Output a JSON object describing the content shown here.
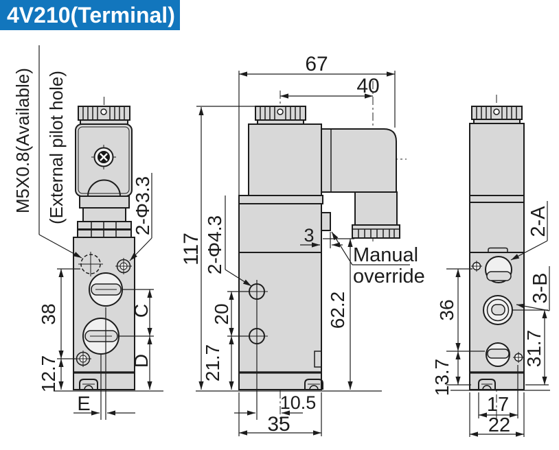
{
  "title": "4V210(Terminal)",
  "colors": {
    "banner": "#1276bd",
    "banner_text": "#ffffff",
    "line": "#1c1c1c",
    "body_fill": "#d8d8d8",
    "port_fill": "#f0f0f0",
    "slot_fill": "#dcdcdc",
    "hole_fill": "#ffffff",
    "background": "#ffffff"
  },
  "left_view": {
    "note_line1": "M5X0.8(Available)",
    "note_line2": "(External pilot hole)",
    "hole_label": "2-Φ3.3",
    "dim_38": "38",
    "dim_12_7": "12.7",
    "dim_c": "C",
    "dim_d": "D",
    "dim_e": "E"
  },
  "front_view": {
    "dim_67": "67",
    "dim_40": "40",
    "dim_117": "117",
    "hole_label": "2-Φ4.3",
    "dim_3": "3",
    "manual_override_line1": "Manual",
    "manual_override_line2": "override",
    "dim_62_2": "62.2",
    "dim_20": "20",
    "dim_21_7": "21.7",
    "dim_10_5": "10.5",
    "dim_35": "35"
  },
  "right_view": {
    "port_label_2a": "2-A",
    "port_label_3b": "3-B",
    "dim_36": "36",
    "dim_13_7": "13.7",
    "dim_31_7": "31.7",
    "dim_17": "17",
    "dim_22": "22"
  }
}
